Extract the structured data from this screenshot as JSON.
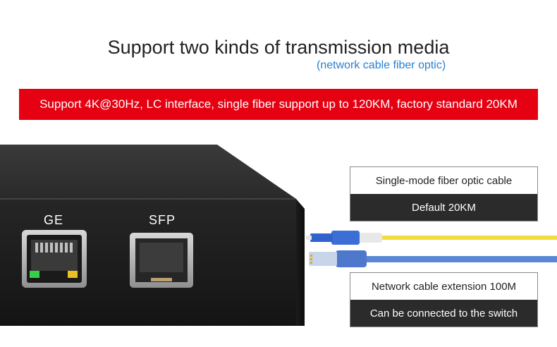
{
  "header": {
    "title": "Support two kinds of transmission media",
    "subtitle": "(network cable fiber optic)"
  },
  "banner": {
    "text": "Support 4K@30Hz, LC interface, single fiber support up to 120KM, factory standard 20KM"
  },
  "device": {
    "ports": [
      {
        "label": "GE",
        "icon": "rj45-port-icon"
      },
      {
        "label": "SFP",
        "icon": "sfp-port-icon"
      }
    ]
  },
  "callouts": {
    "fiber": {
      "title": "Single-mode fiber optic cable",
      "detail": "Default 20KM"
    },
    "network": {
      "title": "Network cable extension 100M",
      "detail": "Can be connected to the switch"
    }
  },
  "colors": {
    "banner": "#e50012",
    "subtitle": "#2a7fd0",
    "fiber_cable": "#f0dc3c",
    "network_cable": "#5b86d6",
    "device_body": "#1f1f1f"
  }
}
